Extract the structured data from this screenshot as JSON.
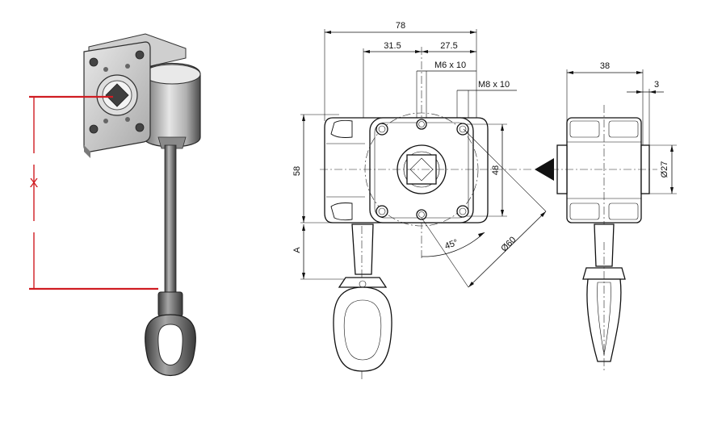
{
  "dimensions": {
    "width_total": "78",
    "offset_left": "31.5",
    "offset_right": "27.5",
    "thread_top": "M6 x 10",
    "thread_side": "M8 x 10",
    "height_body": "58",
    "bolt_spacing": "48",
    "angle": "45°",
    "circle_dia": "Ø60",
    "height_a": "A",
    "side_width": "38",
    "side_step": "3",
    "shaft_dia": "Ø27"
  },
  "rod_length_label": "X",
  "colors": {
    "accent": "#d01c22",
    "line": "#111111",
    "metal_light": "#d9d9d9",
    "metal_dark": "#5a5a5a"
  }
}
